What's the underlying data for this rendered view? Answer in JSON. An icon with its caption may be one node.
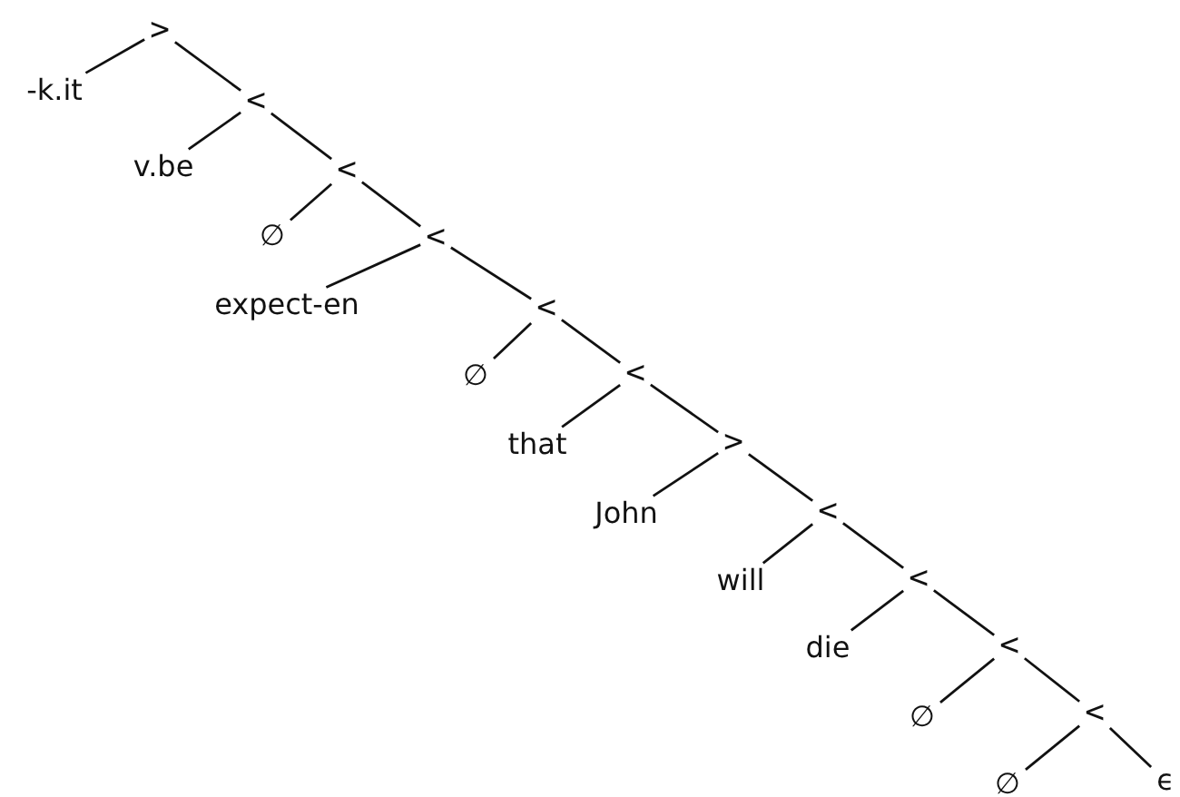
{
  "diagram": {
    "nodes": [
      {
        "text": [
          ">"
        ]
      },
      {
        "text": [
          "-k.it"
        ]
      },
      {
        "text": [
          "<"
        ]
      },
      {
        "text": [
          "v.be"
        ]
      },
      {
        "text": [
          "<"
        ]
      },
      {
        "text": [
          "∅"
        ]
      },
      {
        "text": [
          "<"
        ]
      },
      {
        "text": [
          "expect-en"
        ]
      },
      {
        "text": [
          "<"
        ]
      },
      {
        "text": [
          "∅"
        ]
      },
      {
        "text": [
          "<"
        ]
      },
      {
        "text": [
          "that"
        ]
      },
      {
        "text": [
          ">"
        ]
      },
      {
        "text": [
          "John"
        ]
      },
      {
        "text": [
          "<"
        ]
      },
      {
        "text": [
          "will"
        ]
      },
      {
        "text": [
          "<"
        ]
      },
      {
        "text": [
          "die"
        ]
      },
      {
        "text": [
          "<"
        ]
      },
      {
        "text": [
          "∅"
        ]
      },
      {
        "text": [
          "<"
        ]
      },
      {
        "text": [
          "∅"
        ]
      },
      {
        "text": [
          "ϵ"
        ]
      }
    ],
    "edges": [
      {
        "from": 0,
        "to": 1,
        "arrow": "none"
      },
      {
        "from": 0,
        "to": 2,
        "arrow": "none"
      },
      {
        "from": 2,
        "to": 3,
        "arrow": "none"
      },
      {
        "from": 2,
        "to": 4,
        "arrow": "none"
      },
      {
        "from": 4,
        "to": 5,
        "arrow": "none"
      },
      {
        "from": 4,
        "to": 6,
        "arrow": "none"
      },
      {
        "from": 6,
        "to": 7,
        "arrow": "none"
      },
      {
        "from": 6,
        "to": 8,
        "arrow": "none"
      },
      {
        "from": 8,
        "to": 9,
        "arrow": "none"
      },
      {
        "from": 8,
        "to": 10,
        "arrow": "none"
      },
      {
        "from": 10,
        "to": 11,
        "arrow": "none"
      },
      {
        "from": 10,
        "to": 12,
        "arrow": "none"
      },
      {
        "from": 12,
        "to": 13,
        "arrow": "none"
      },
      {
        "from": 12,
        "to": 14,
        "arrow": "none"
      },
      {
        "from": 14,
        "to": 15,
        "arrow": "none"
      },
      {
        "from": 14,
        "to": 16,
        "arrow": "none"
      },
      {
        "from": 16,
        "to": 17,
        "arrow": "none"
      },
      {
        "from": 16,
        "to": 18,
        "arrow": "none"
      },
      {
        "from": 18,
        "to": 19,
        "arrow": "none"
      },
      {
        "from": 18,
        "to": 20,
        "arrow": "none"
      },
      {
        "from": 20,
        "to": 21,
        "arrow": "none"
      },
      {
        "from": 20,
        "to": 22,
        "arrow": "none"
      }
    ]
  }
}
